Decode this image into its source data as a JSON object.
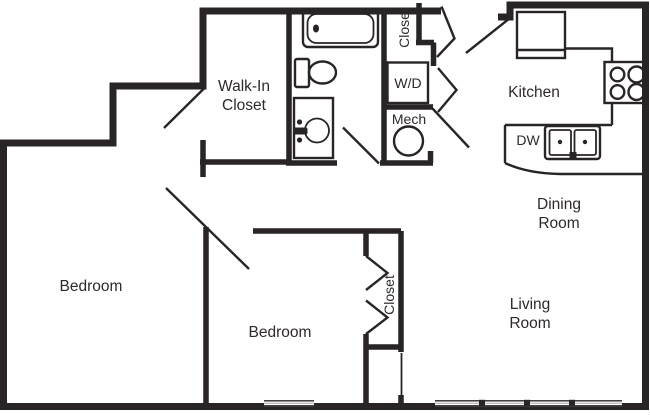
{
  "colors": {
    "wall": "#292425",
    "text": "#2e292b",
    "background": "#ffffff"
  },
  "rooms": {
    "walk_in_closet": {
      "line1": "Walk-In",
      "line2": "Closet"
    },
    "kitchen": {
      "label": "Kitchen"
    },
    "dining_room": {
      "line1": "Dining",
      "line2": "Room"
    },
    "living_room": {
      "line1": "Living",
      "line2": "Room"
    },
    "bedroom_primary": {
      "label": "Bedroom"
    },
    "bedroom_second": {
      "label": "Bedroom"
    },
    "hall_closet": {
      "label": "Closet"
    },
    "bedroom_closet": {
      "label": "Closet"
    },
    "laundry": {
      "label": "W/D"
    },
    "mechanical": {
      "label": "Mech"
    },
    "dishwasher": {
      "label": "DW"
    }
  }
}
